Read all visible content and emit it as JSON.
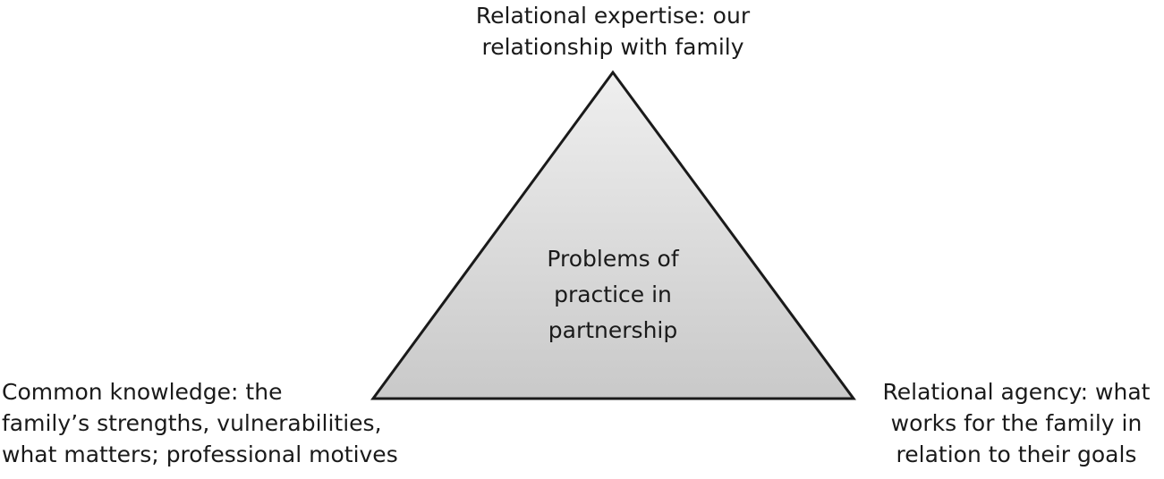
{
  "diagram": {
    "top": {
      "lines": [
        "Relational expertise: our",
        "relationship with family"
      ]
    },
    "left": {
      "lines": [
        "Common knowledge: the",
        "family’s strengths, vulnerabilities,",
        "what matters; professional motives"
      ]
    },
    "right": {
      "lines": [
        "Relational agency: what",
        "works for the family in",
        "relation to their goals"
      ]
    },
    "center": {
      "lines": [
        "Problems of",
        "practice in",
        "partnership"
      ]
    },
    "colors": {
      "fill_top": "#efefef",
      "fill_bottom": "#c9c9c9",
      "stroke": "#1a1a1a"
    }
  }
}
